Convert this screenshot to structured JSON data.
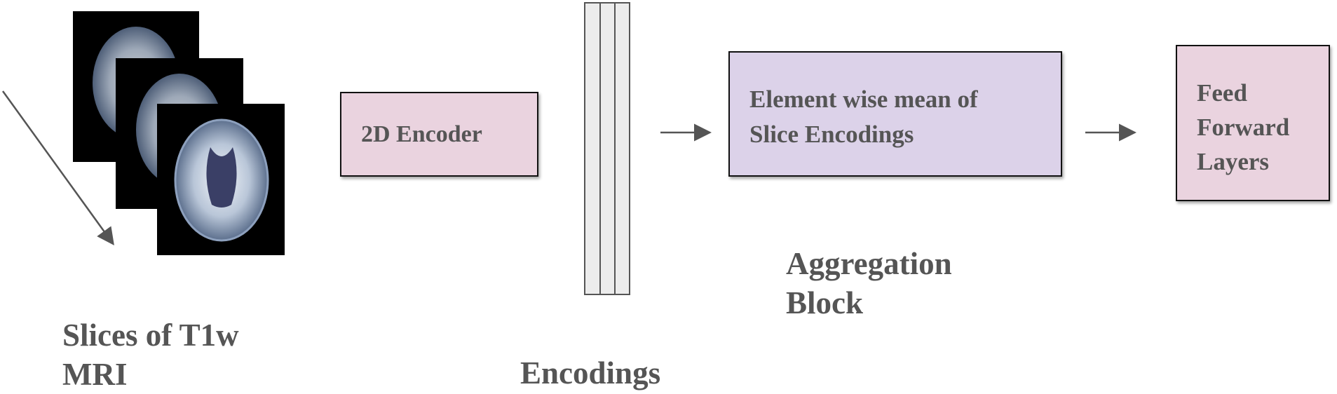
{
  "slices_label": [
    "Slices of T1w",
    "MRI"
  ],
  "encoder_label": "2D Encoder",
  "encodings_label": "Encodings",
  "aggregation_box_label": [
    "Element wise mean of",
    "Slice Encodings"
  ],
  "aggregation_caption": [
    "Aggregation",
    "Block"
  ],
  "ffn_label": [
    "Feed",
    "Forward",
    "Layers"
  ],
  "colors": {
    "encoder_fill": "#ead3df",
    "aggregation_fill": "#dcd2e9",
    "ffn_fill": "#ead3df",
    "text": "#555555",
    "arrow": "#555555"
  }
}
